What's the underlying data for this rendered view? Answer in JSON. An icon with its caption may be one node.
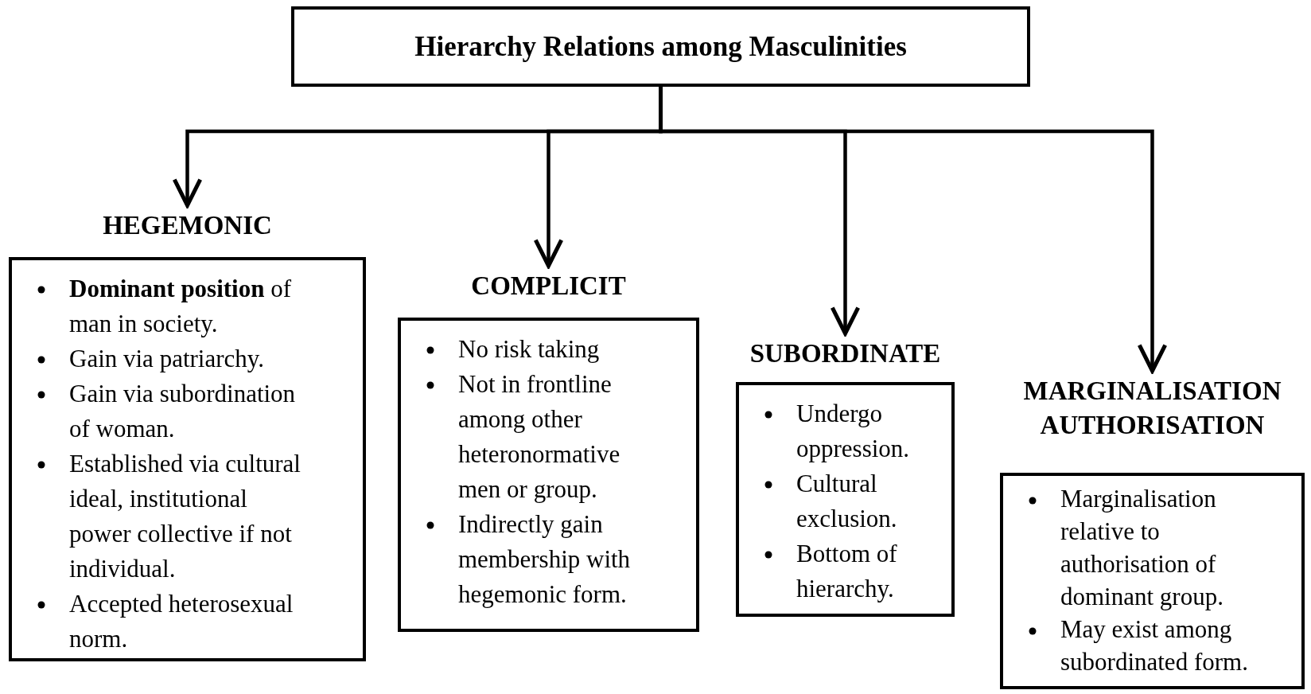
{
  "diagram": {
    "nodes": [
      {
        "text": [
          "Hierarchy Relations among Masculinities"
        ]
      },
      {
        "text": [
          "HEGEMONIC",
          "**Dominant position** of man in society.",
          "Gain via patriarchy.",
          "Gain via subordination of woman.",
          "Established via cultural ideal, institutional power collective if not individual.",
          "Accepted heterosexual norm."
        ]
      },
      {
        "text": [
          "COMPLICIT",
          "No risk taking",
          "Not in frontline among other heteronormative men or group.",
          "Indirectly gain membership with hegemonic form."
        ]
      },
      {
        "text": [
          "SUBORDINATE",
          "Undergo oppression.",
          "Cultural exclusion.",
          "Bottom of hierarchy."
        ]
      },
      {
        "text": [
          "MARGINALISATION AUTHORISATION",
          "Marginalisation relative to authorisation of dominant group.",
          "May exist among subordinated form."
        ]
      }
    ],
    "edges": [
      {
        "from": 0,
        "to": 1,
        "arrow": "to"
      },
      {
        "from": 0,
        "to": 2,
        "arrow": "to"
      },
      {
        "from": 0,
        "to": 3,
        "arrow": "to"
      },
      {
        "from": 0,
        "to": 4,
        "arrow": "to"
      }
    ]
  }
}
